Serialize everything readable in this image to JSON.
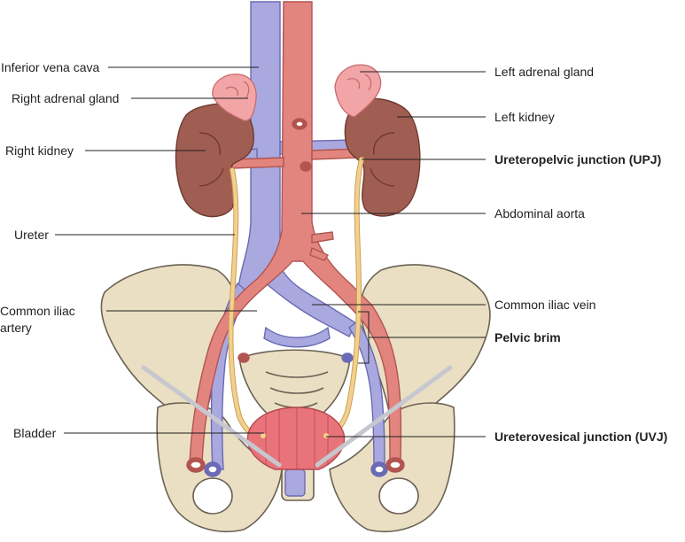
{
  "labels": {
    "inferior_vena_cava": "Inferior vena cava",
    "right_adrenal_gland": "Right adrenal gland",
    "right_kidney": "Right kidney",
    "ureter": "Ureter",
    "common_iliac_artery_line1": "Common iliac",
    "common_iliac_artery_line2": "artery",
    "bladder": "Bladder",
    "left_adrenal_gland": "Left adrenal gland",
    "left_kidney": "Left kidney",
    "upj": "Ureteropelvic junction (UPJ)",
    "abdominal_aorta": "Abdominal aorta",
    "common_iliac_vein": "Common iliac vein",
    "pelvic_brim": "Pelvic brim",
    "uvj": "Ureterovesical junction (UVJ)"
  },
  "colors": {
    "vein": "#a9a9df",
    "artery": "#e2857f",
    "kidney": "#a05e52",
    "adrenal": "#f2a5a6",
    "ureter": "#f4d08f",
    "bone": "#eadfc2",
    "bladder": "#e8747a",
    "line": "#231f20"
  }
}
